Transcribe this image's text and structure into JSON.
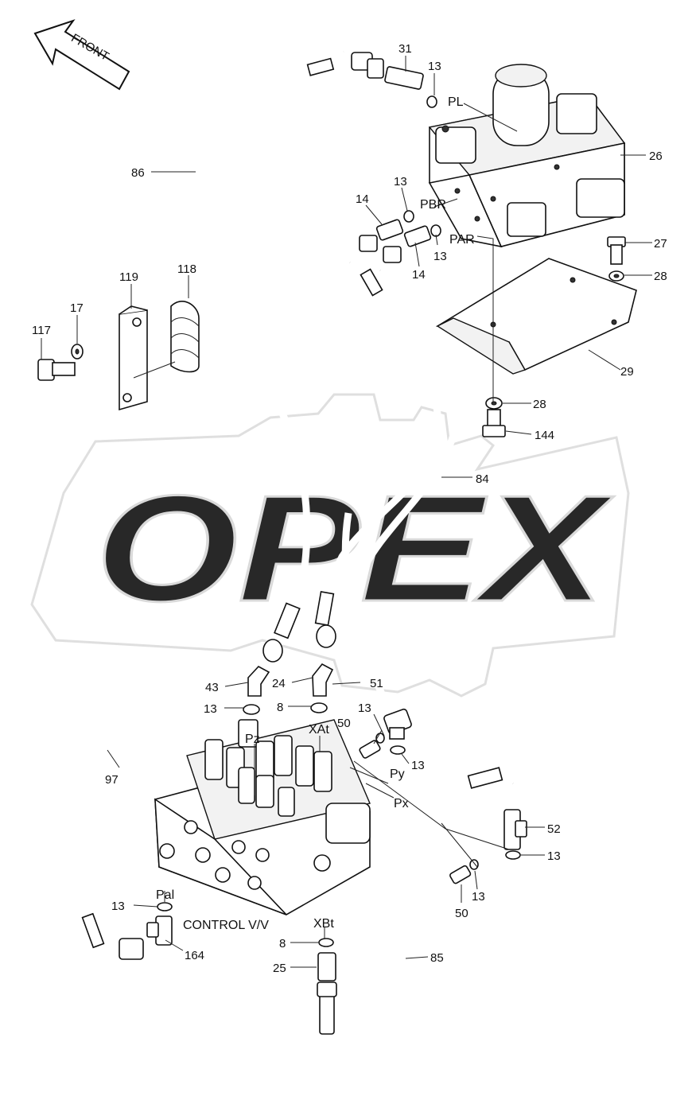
{
  "diagram": {
    "front_label": "FRONT",
    "watermark": "OPEX",
    "component_label": "CONTROL V/V",
    "part_numbers": {
      "p31": "31",
      "p13_pl": "13",
      "p26": "26",
      "p86": "86",
      "p14_a": "14",
      "p13_pbr": "13",
      "p13_par": "13",
      "p14_b": "14",
      "p27": "27",
      "p28_top": "28",
      "p119": "119",
      "p118": "118",
      "p17": "17",
      "p117": "117",
      "p29": "29",
      "p28_mid": "28",
      "p144": "144",
      "p84": "84",
      "p43": "43",
      "p24": "24",
      "p51": "51",
      "p13_43": "13",
      "p8_24": "8",
      "p13_50": "13",
      "p50_top": "50",
      "p13_py": "13",
      "p97": "97",
      "p52": "52",
      "p13_52": "13",
      "p50_bot": "50",
      "p13_50b": "13",
      "p13_pal": "13",
      "p164": "164",
      "p8_xbt": "8",
      "p25": "25",
      "p85": "85"
    },
    "ports": {
      "pl": "PL",
      "pbr": "PBR",
      "par": "PAR",
      "pz": "Pz",
      "xat": "XAt",
      "py": "Py",
      "px": "Px",
      "pal": "Pal",
      "xbt": "XBt"
    }
  }
}
